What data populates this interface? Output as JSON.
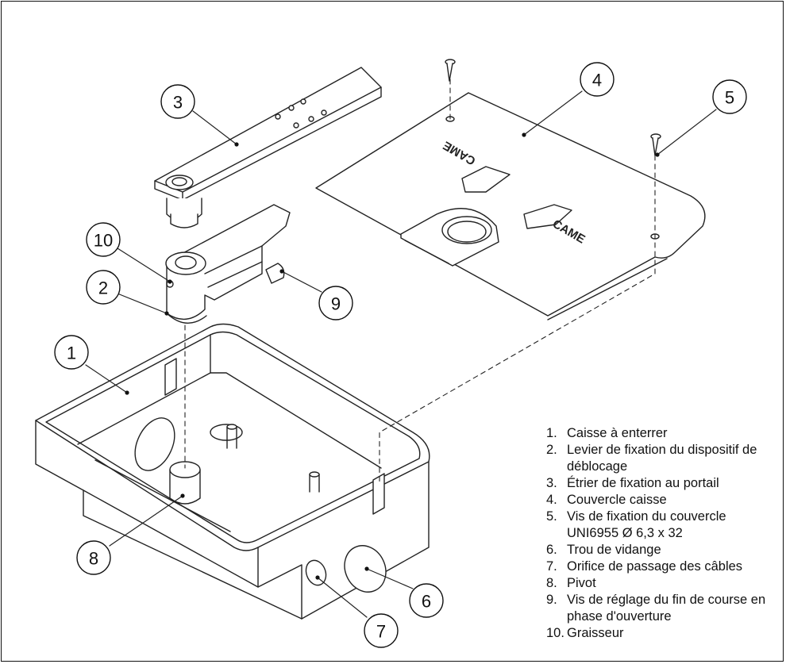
{
  "callouts": [
    "1",
    "2",
    "3",
    "4",
    "5",
    "6",
    "7",
    "8",
    "9",
    "10"
  ],
  "cover_brand": "CAME",
  "legend": [
    {
      "num": "1.",
      "text": "Caisse à enterrer"
    },
    {
      "num": "2.",
      "text": "Levier de fixation du dispositif de déblocage"
    },
    {
      "num": "3.",
      "text": "Étrier de fixation au portail"
    },
    {
      "num": "4.",
      "text": "Couvercle caisse"
    },
    {
      "num": "5.",
      "text": "Vis de fixation du couvercle UNI6955 Ø 6,3 x 32"
    },
    {
      "num": "6.",
      "text": "Trou de vidange"
    },
    {
      "num": "7.",
      "text": "Orifice de passage des câbles"
    },
    {
      "num": "8.",
      "text": "Pivot"
    },
    {
      "num": "9.",
      "text": "Vis de réglage du fin de course en phase d'ouverture"
    },
    {
      "num": "10.",
      "text": "Graisseur"
    }
  ]
}
